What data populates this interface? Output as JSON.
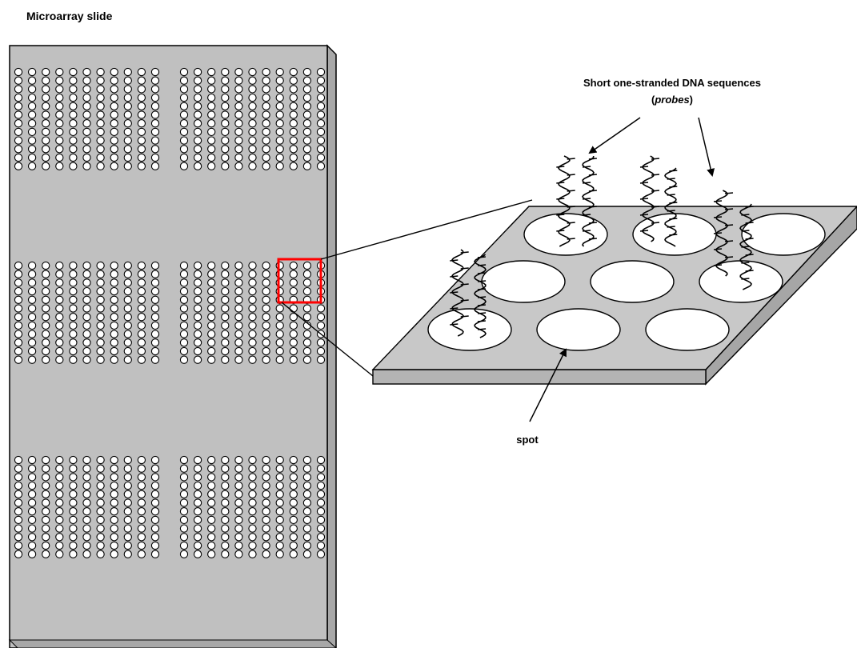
{
  "labels": {
    "slide_title": "Microarray slide",
    "probes_line1": "Short one-stranded DNA sequences",
    "probes_open": "(",
    "probes_word": "probes",
    "probes_close": ")",
    "spot": "spot"
  },
  "colors": {
    "slide_fill": "#c0c0c0",
    "slide_edge": "#8c8c8c",
    "spot_fill": "#ffffff",
    "outline": "#000000",
    "highlight": "#ff0000"
  },
  "slide_grid": {
    "blocks_across": 2,
    "blocks_down": 3,
    "rows_per_block": 12,
    "cols_per_block": 11
  },
  "zoomed_spots": {
    "rows": 3,
    "cols": 3
  }
}
